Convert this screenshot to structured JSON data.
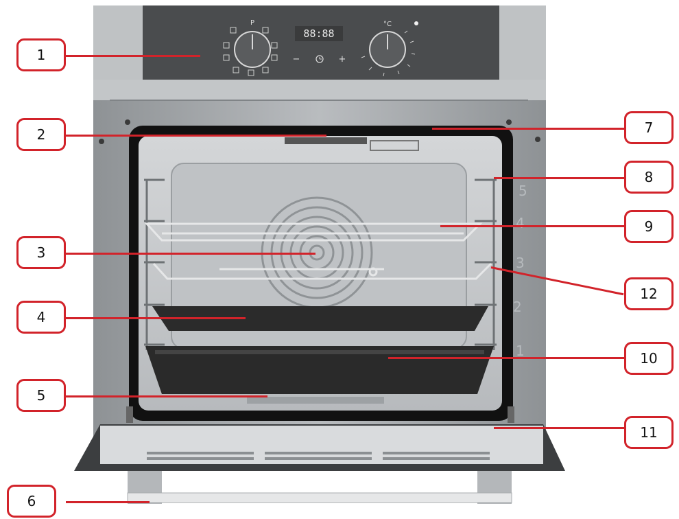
{
  "colors": {
    "callout_border": "#d2232a",
    "oven_steel": "#a9adb0",
    "cavity": "#c9cccf",
    "tray": "#2a2a2a"
  },
  "control_panel": {
    "function_knob_label": "P",
    "temperature_knob_label": "°C",
    "display_text": "88:88",
    "timer_minus": "−",
    "timer_plus": "+"
  },
  "shelf_levels": [
    "5",
    "4",
    "3",
    "2",
    "1"
  ],
  "callouts": {
    "c1": "1",
    "c2": "2",
    "c3": "3",
    "c4": "4",
    "c5": "5",
    "c6": "6",
    "c7": "7",
    "c8": "8",
    "c9": "9",
    "c10": "10",
    "c11": "11",
    "c12": "12"
  }
}
